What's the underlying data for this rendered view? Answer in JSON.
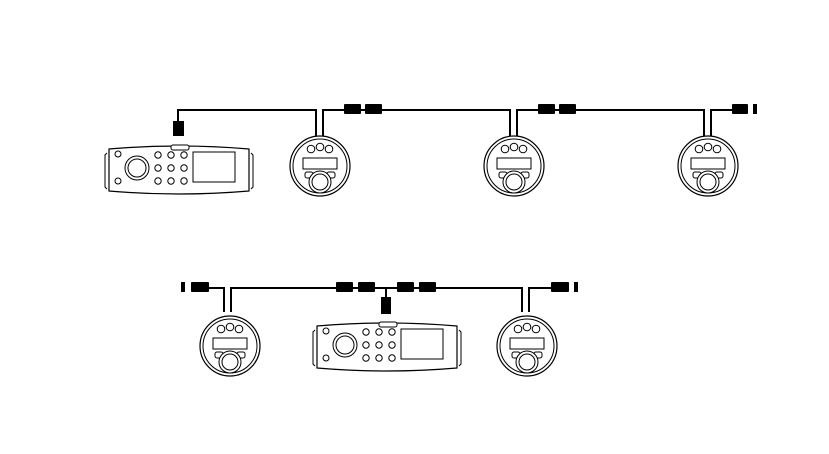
{
  "diagrams": [
    {
      "id": "topology-daisy-chain",
      "devices": [
        {
          "type": "stereo-head-unit",
          "id": "head-unit-1"
        },
        {
          "type": "round-remote",
          "id": "remote-1"
        },
        {
          "type": "round-remote",
          "id": "remote-2"
        },
        {
          "type": "round-remote",
          "id": "remote-3"
        }
      ],
      "connections": [
        {
          "from": "head-unit-1",
          "to": "remote-1",
          "inline_connectors": 0
        },
        {
          "from": "remote-1",
          "to": "remote-2",
          "inline_connectors": 2
        },
        {
          "from": "remote-2",
          "to": "remote-3",
          "inline_connectors": 2
        },
        {
          "from": "remote-3",
          "to": "continuation",
          "inline_connectors": 1
        }
      ]
    },
    {
      "id": "topology-center-head-unit",
      "devices": [
        {
          "type": "round-remote",
          "id": "remote-4"
        },
        {
          "type": "stereo-head-unit",
          "id": "head-unit-2"
        },
        {
          "type": "round-remote",
          "id": "remote-5"
        }
      ],
      "connections": [
        {
          "from": "continuation",
          "to": "remote-4",
          "inline_connectors": 1
        },
        {
          "from": "remote-4",
          "to": "head-unit-2",
          "inline_connectors": 2
        },
        {
          "from": "head-unit-2",
          "to": "remote-5",
          "inline_connectors": 2
        },
        {
          "from": "remote-5",
          "to": "continuation",
          "inline_connectors": 1
        }
      ]
    }
  ],
  "colors": {
    "line": "#000000",
    "background": "#ffffff"
  }
}
